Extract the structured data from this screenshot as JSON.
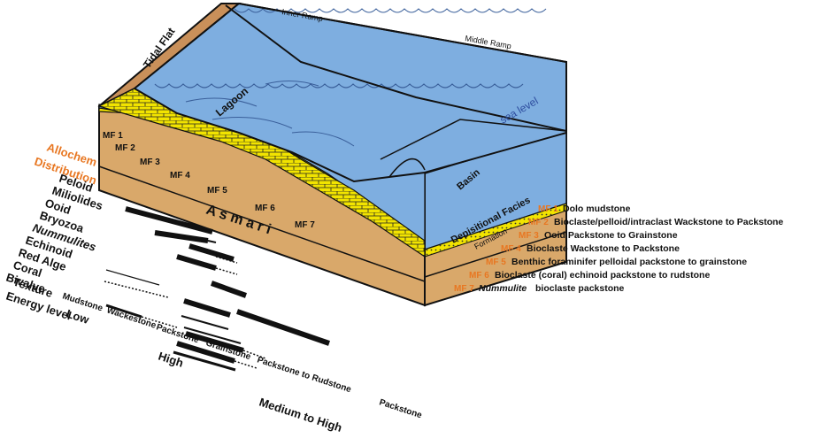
{
  "block": {
    "tidal_flat": "Tidal Flat",
    "inner_ramp": "Inner Ramp",
    "middle_ramp": "Middle Ramp",
    "lagoon": "Lagoon",
    "sea_level": "sea level",
    "basin": "Basin",
    "depositional_facies": "Depisitional Facies",
    "formation": "Formation",
    "asmari": "A s m a r i",
    "colors": {
      "water": "#7eaee0",
      "sediment": "#d9a86a",
      "carbonate": "#f2e400",
      "orange": "#e87722"
    }
  },
  "mf_on_block": [
    "MF 1",
    "MF 2",
    "MF 3",
    "MF 4",
    "MF 5",
    "MF 6",
    "MF 7"
  ],
  "legend": [
    {
      "code": "MF 1",
      "text": "Dolo mudstone"
    },
    {
      "code": "MF 2",
      "text": "Bioclaste/pelloid/intraclast Wackstone to Packstone"
    },
    {
      "code": "MF 3",
      "text": "Ooid Packstone to Grainstone"
    },
    {
      "code": "MF 4",
      "text": "Bioclaste Wackstone to Packstone"
    },
    {
      "code": "MF 5",
      "text": "Benthic foraminifer pelloidal packstone to grainstone"
    },
    {
      "code": "MF 6",
      "text": "Bioclaste (coral) echinoid packstone to rudstone"
    },
    {
      "code": "MF 7",
      "text": "bioclaste packstone",
      "italic_prefix": "Nummulite"
    }
  ],
  "allochem": {
    "title_line1": "Allochem",
    "title_line2": "Distribution",
    "items": [
      "Peloid",
      "Miliolides",
      "Ooid",
      "Bryozoa",
      "Nummulites",
      "Echinoid",
      "Red Alge",
      "Coral",
      "Bivalve"
    ]
  },
  "texture": {
    "label": "Texture",
    "values": [
      "Mudstone",
      "Wackestone",
      "Packstone",
      "Grainstone",
      "Packstone to Rudstone",
      "Packstone"
    ]
  },
  "energy": {
    "label": "Energy level",
    "low": "Low",
    "high": "High",
    "medium_high": "Medium to High"
  }
}
